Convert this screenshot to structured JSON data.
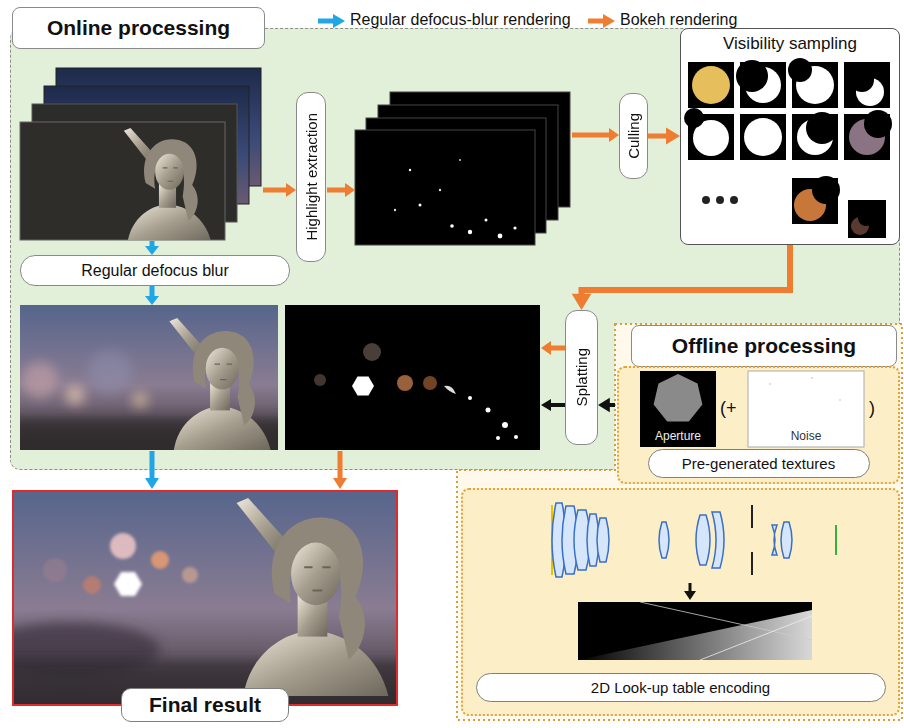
{
  "diagram": {
    "nodes": [
      {
        "text": [
          "Online processing"
        ]
      },
      {
        "text": [
          "Highlight extraction"
        ],
        "in": 0
      },
      {
        "text": [
          "Culling"
        ],
        "in": 0
      },
      {
        "text": [
          "Visibility sampling"
        ],
        "in": 0
      },
      {
        "text": [
          "Regular defocus blur"
        ],
        "in": 0
      },
      {
        "text": [
          "Splatting"
        ],
        "in": 0
      },
      {
        "text": [
          "Offline processing"
        ]
      },
      {
        "text": [
          "Pre-generated textures"
        ],
        "in": 6
      },
      {
        "text": [
          "2D Look-up table encoding"
        ],
        "in": 6
      },
      {
        "text": [
          "Final result"
        ]
      }
    ],
    "edges": [
      {
        "from": 2,
        "to": 3,
        "arrow": "to"
      },
      {
        "from": 3,
        "to": 5,
        "arrow": "to"
      },
      {
        "from": 6,
        "to": 5,
        "arrow": "to"
      }
    ],
    "labels": [
      "Aperture",
      "(+",
      "Noise",
      ")"
    ],
    "legend": [
      {
        "text": "Regular defocus-blur rendering"
      },
      {
        "text": "Bokeh rendering"
      }
    ]
  }
}
